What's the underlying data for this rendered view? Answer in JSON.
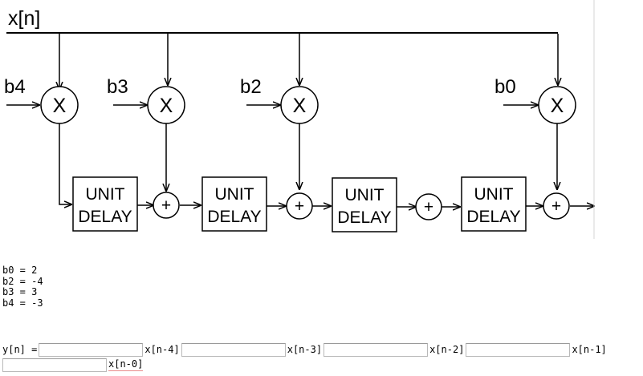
{
  "diagram": {
    "input_label": "x[n]",
    "coefficients": [
      "b4",
      "b3",
      "b2",
      "b0"
    ],
    "multiplier_symbol": "X",
    "adder_symbol": "+",
    "delay_line1": "UNIT",
    "delay_line2": "DELAY"
  },
  "given": {
    "lines": [
      "b0 = 2",
      "b2 = -4",
      "b3 = 3",
      "b4 = -3"
    ]
  },
  "answer": {
    "lhs": "y[n] =",
    "terms": [
      {
        "value": "",
        "suffix": "x[n-4]"
      },
      {
        "value": "",
        "suffix": "x[n-3]"
      },
      {
        "value": "",
        "suffix": "x[n-2]"
      },
      {
        "value": "",
        "suffix": "x[n-1]"
      },
      {
        "value": "",
        "suffix": "x[n-0]"
      }
    ]
  }
}
